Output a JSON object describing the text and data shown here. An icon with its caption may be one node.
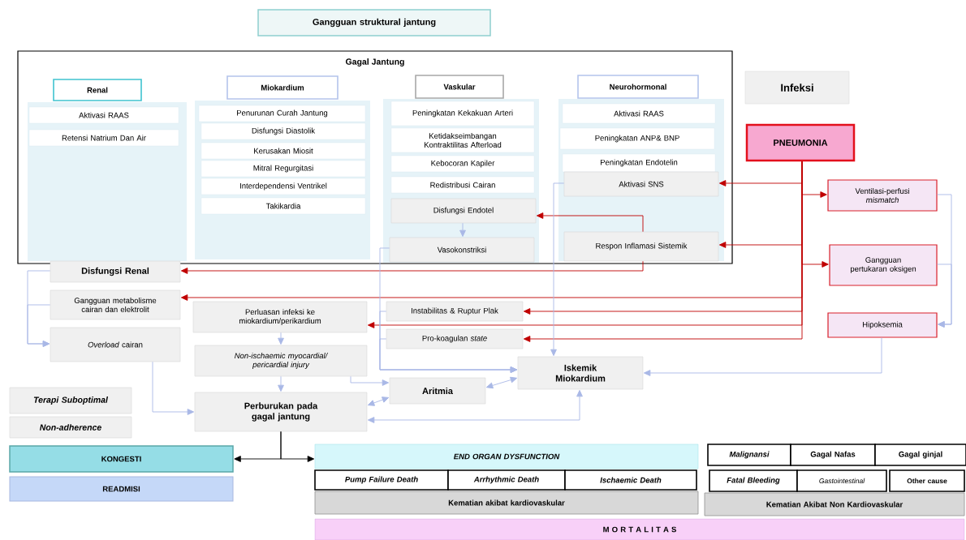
{
  "diagram": {
    "nodes": [
      {
        "text": [
          "Gangguan struktural jantung"
        ]
      },
      {
        "text": [
          "Gagal Jantung"
        ]
      },
      {
        "text": [
          "Renal"
        ],
        "in": 1
      },
      {
        "text": [
          "Aktivasi RAAS"
        ],
        "in": 1
      },
      {
        "text": [
          "Retensi Natrium Dan Air"
        ],
        "in": 1
      },
      {
        "text": [
          "Miokardium"
        ],
        "in": 1
      },
      {
        "text": [
          "Penurunan Curah Jantung"
        ],
        "in": 1
      },
      {
        "text": [
          "Disfungsi Diastolik"
        ],
        "in": 1
      },
      {
        "text": [
          "Kerusakan Miosit"
        ],
        "in": 1
      },
      {
        "text": [
          "Mitral Regurgitasi"
        ],
        "in": 1
      },
      {
        "text": [
          "Interdependensi Ventrikel"
        ],
        "in": 1
      },
      {
        "text": [
          "Takikardia"
        ],
        "in": 1
      },
      {
        "text": [
          "Vaskular"
        ],
        "in": 1
      },
      {
        "text": [
          "Peningkatan Kekakuan Arteri"
        ],
        "in": 1
      },
      {
        "text": [
          "Ketidakseimbangan Kontraktilitas Afterload"
        ],
        "in": 1
      },
      {
        "text": [
          "Kebocoran Kapiler"
        ],
        "in": 1
      },
      {
        "text": [
          "Redistribusi Cairan"
        ],
        "in": 1
      },
      {
        "text": [
          "Disfungsi Endotel"
        ],
        "in": 1
      },
      {
        "text": [
          "Vasokonstriksi"
        ],
        "in": 1
      },
      {
        "text": [
          "Neurohormonal"
        ],
        "in": 1
      },
      {
        "text": [
          "Aktivasi RAAS"
        ],
        "in": 1
      },
      {
        "text": [
          "Peningkatan ANP& BNP"
        ],
        "in": 1
      },
      {
        "text": [
          "Peningkatan Endotelin"
        ],
        "in": 1
      },
      {
        "text": [
          "Aktivasi SNS"
        ],
        "in": 1
      },
      {
        "text": [
          "Respon Inflamasi Sistemik"
        ],
        "in": 1
      },
      {
        "text": [
          "Infeksi"
        ]
      },
      {
        "text": [
          "PNEUMONIA"
        ]
      },
      {
        "text": [
          "Ventilasi-perfusi *mismatch*"
        ]
      },
      {
        "text": [
          "Gangguan pertukaran oksigen"
        ]
      },
      {
        "text": [
          "Hipoksemia"
        ]
      },
      {
        "text": [
          "Disfungsi Renal"
        ]
      },
      {
        "text": [
          "Gangguan metabolisme cairan dan elektrolit"
        ]
      },
      {
        "text": [
          "*Overload* cairan"
        ]
      },
      {
        "text": [
          "Perluasan infeksi ke miokardium/perikardium"
        ]
      },
      {
        "text": [
          "Instabilitas & Ruptur Plak"
        ]
      },
      {
        "text": [
          "Pro-koagulan *state*"
        ]
      },
      {
        "text": [
          "Non-ischaemic myocardial/ pericardial injury"
        ]
      },
      {
        "text": [
          "Iskemik Miokardium"
        ]
      },
      {
        "text": [
          "Terapi Suboptimal"
        ]
      },
      {
        "text": [
          "Aritmia"
        ]
      },
      {
        "text": [
          "Perburukan pada gagal jantung"
        ]
      },
      {
        "text": [
          "Non-adherence"
        ]
      },
      {
        "text": [
          "KONGESTI"
        ]
      },
      {
        "text": [
          "END ORGAN DYSFUNCTION"
        ]
      },
      {
        "text": [
          "Malignansi"
        ]
      },
      {
        "text": [
          "Gagal Nafas"
        ]
      },
      {
        "text": [
          "Gagal ginjal"
        ]
      },
      {
        "text": [
          "READMISI"
        ]
      },
      {
        "text": [
          "Pump Failure Death"
        ]
      },
      {
        "text": [
          "Arrhythmic Death"
        ]
      },
      {
        "text": [
          "Ischaemic Death"
        ]
      },
      {
        "text": [
          "Fatal Bleeding"
        ]
      },
      {
        "text": [
          "Gastointestinal"
        ]
      },
      {
        "text": [
          "Other cause"
        ]
      },
      {
        "text": [
          "Kematian akibat kardiovaskular"
        ]
      },
      {
        "text": [
          "Kematian Akibat Non Kardiovaskular"
        ]
      },
      {
        "text": [
          "M O R T A L I T A S"
        ]
      }
    ],
    "edges": [
      {
        "from": 26,
        "to": 23,
        "arrow": "to",
        "color": "#c00000"
      },
      {
        "from": 26,
        "to": 27,
        "arrow": "to",
        "color": "#c00000"
      },
      {
        "from": 26,
        "to": 24,
        "arrow": "to",
        "color": "#c00000"
      },
      {
        "from": 26,
        "to": 28,
        "arrow": "to",
        "color": "#c00000"
      },
      {
        "from": 26,
        "to": 31,
        "arrow": "to",
        "color": "#c00000"
      },
      {
        "from": 26,
        "to": 34,
        "arrow": "to",
        "color": "#c00000"
      },
      {
        "from": 26,
        "to": 33,
        "arrow": "to",
        "color": "#c00000"
      },
      {
        "from": 26,
        "to": 35,
        "arrow": "to",
        "color": "#c00000"
      },
      {
        "from": 24,
        "to": 17,
        "arrow": "to",
        "color": "#c00000"
      },
      {
        "from": 24,
        "to": 30,
        "arrow": "to",
        "color": "#c00000"
      },
      {
        "from": 17,
        "to": 18,
        "arrow": "to"
      },
      {
        "from": 27,
        "to": 29,
        "arrow": "to"
      },
      {
        "from": 28,
        "to": 29,
        "arrow": "to"
      },
      {
        "from": 29,
        "to": 37,
        "arrow": "to"
      },
      {
        "from": 18,
        "to": 37,
        "arrow": "to"
      },
      {
        "from": 34,
        "to": 37,
        "arrow": "to"
      },
      {
        "from": 35,
        "to": 37,
        "arrow": "to"
      },
      {
        "from": 23,
        "to": 37,
        "arrow": "to"
      },
      {
        "from": 30,
        "to": 32,
        "arrow": "to"
      },
      {
        "from": 31,
        "to": 32,
        "arrow": "to"
      },
      {
        "from": 32,
        "to": 40,
        "arrow": "to"
      },
      {
        "from": 33,
        "to": 36,
        "arrow": "to"
      },
      {
        "from": 36,
        "to": 40,
        "arrow": "to"
      },
      {
        "from": 36,
        "to": 39,
        "arrow": "to"
      },
      {
        "from": 40,
        "to": 39,
        "arrow": "both"
      },
      {
        "from": 39,
        "to": 37,
        "arrow": "both"
      },
      {
        "from": 40,
        "to": 37,
        "arrow": "both"
      },
      {
        "from": 40,
        "to": 42,
        "arrow": "to",
        "color": "#000000"
      },
      {
        "from": 40,
        "to": 43,
        "arrow": "to",
        "color": "#000000"
      }
    ]
  }
}
